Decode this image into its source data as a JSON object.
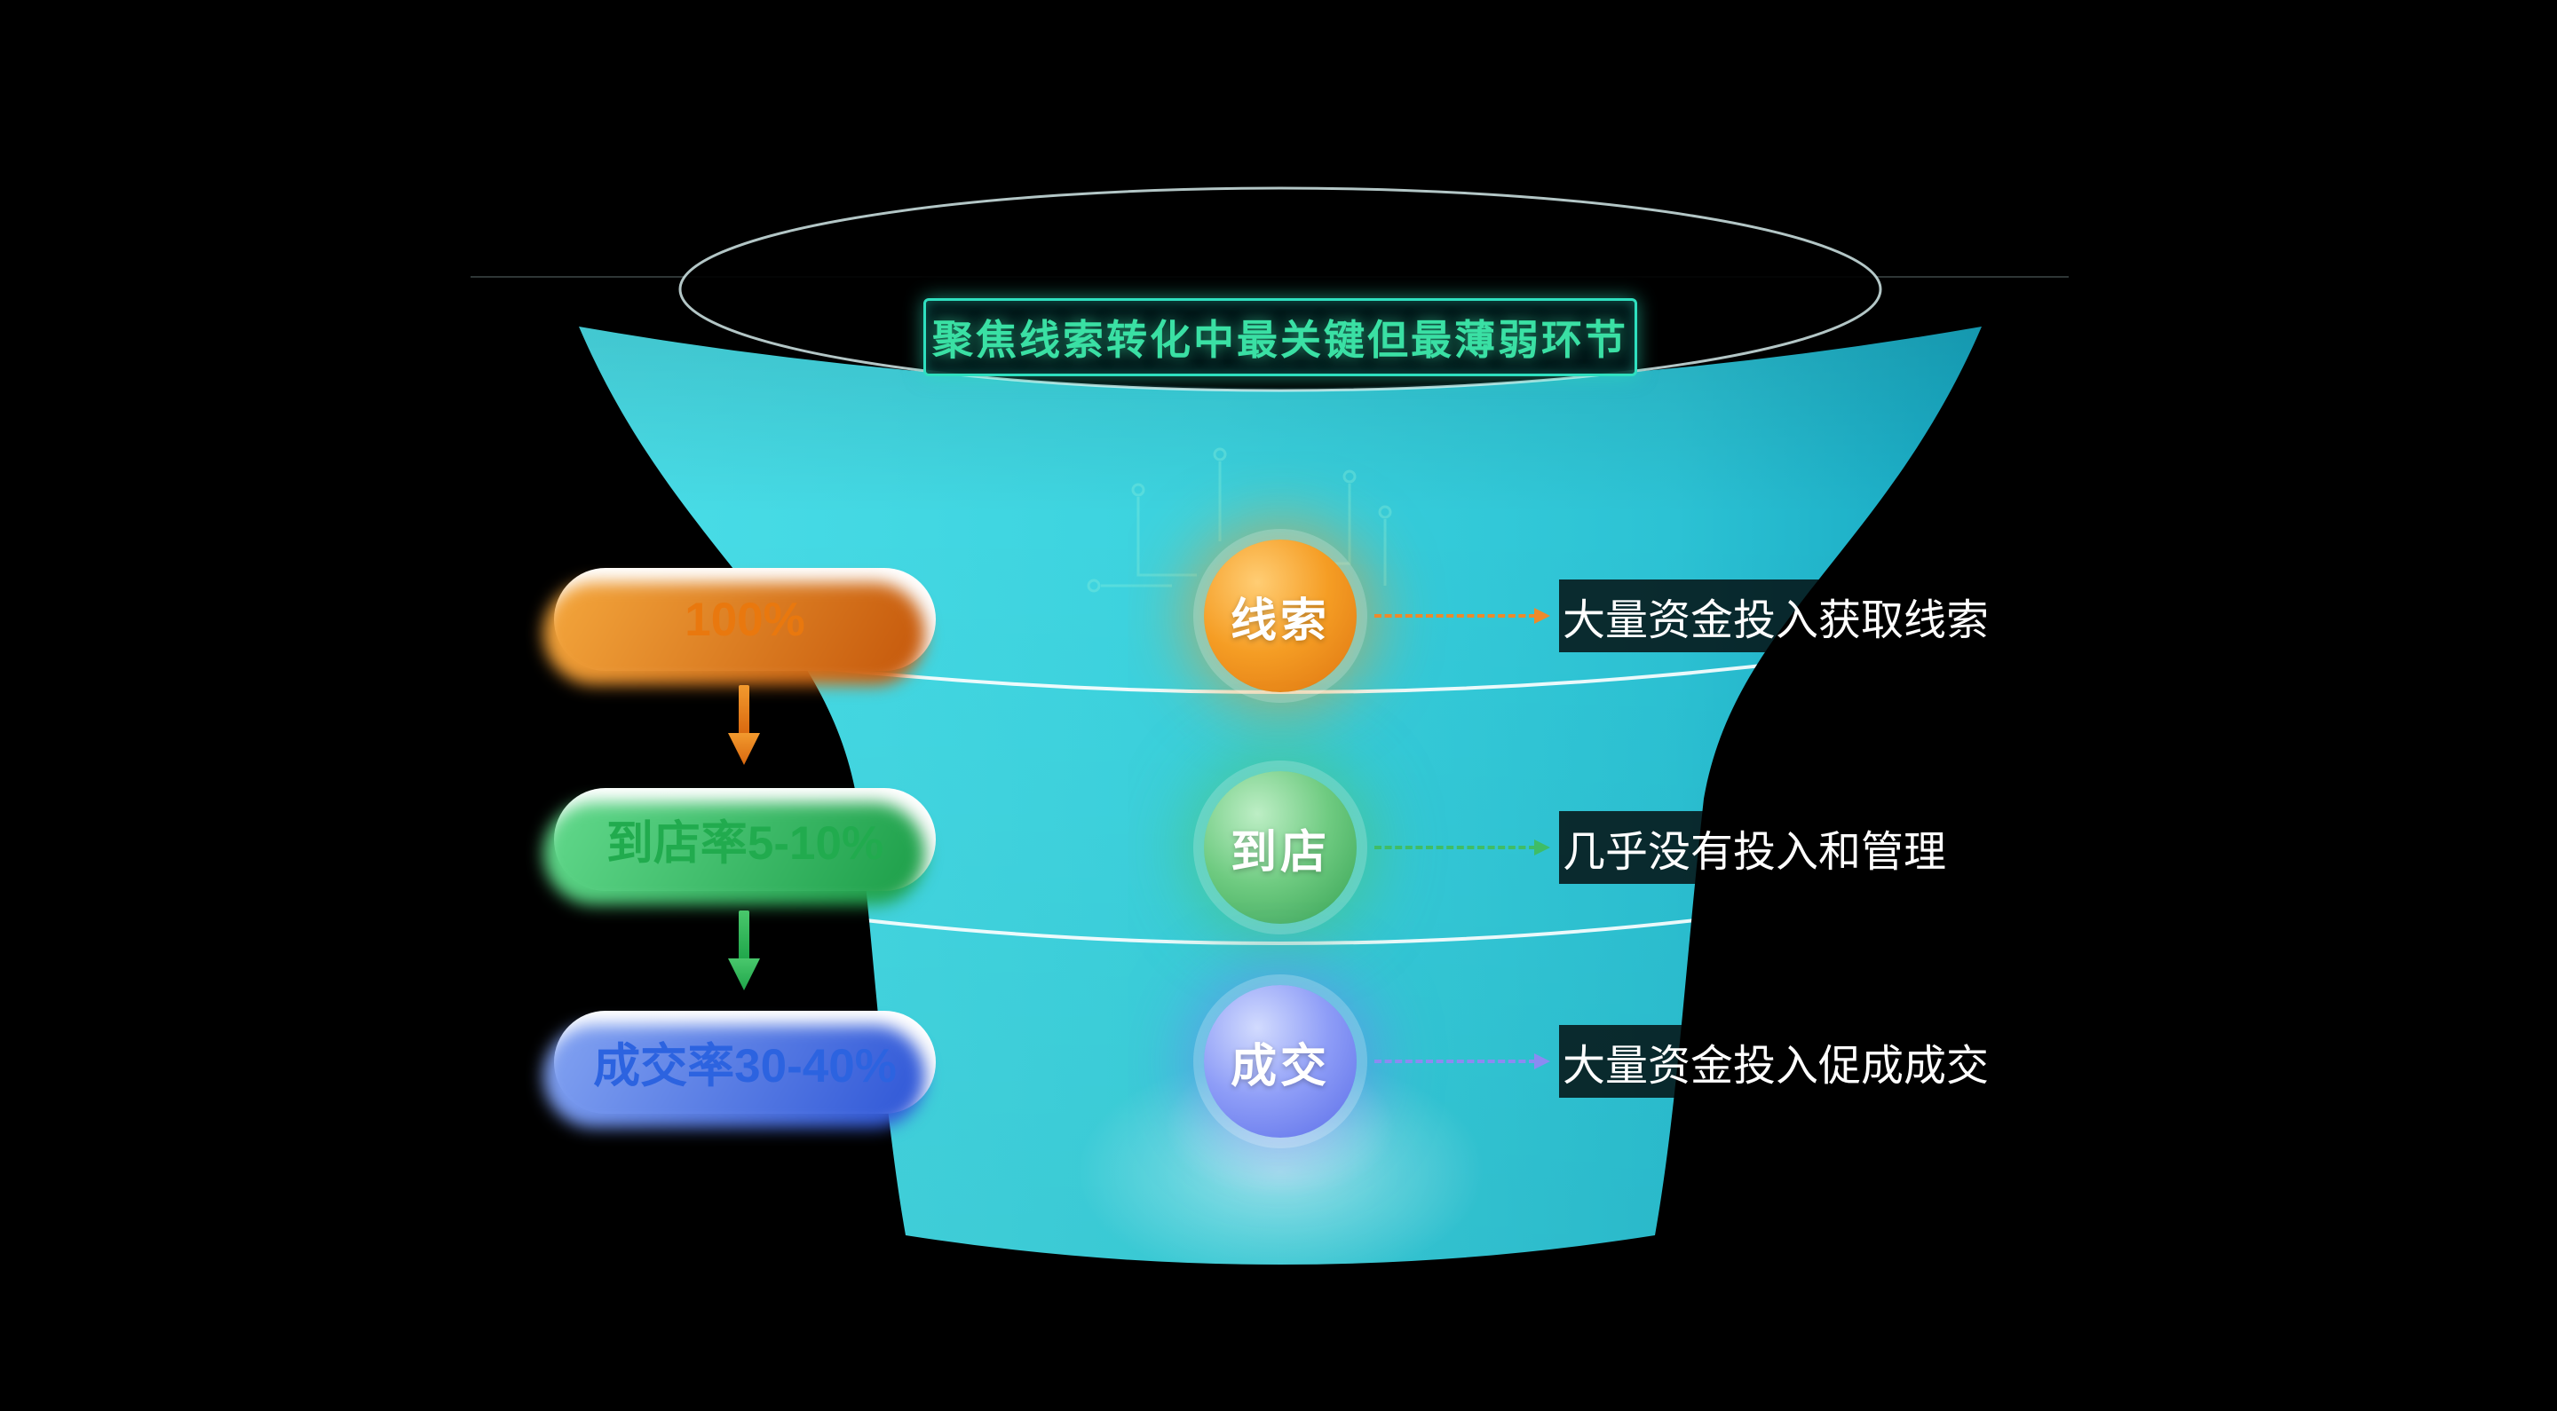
{
  "title": {
    "text": "聚焦线索转化中最关键但最薄弱环节"
  },
  "stages": [
    {
      "name": "线索",
      "rate_label": "100%",
      "annotation": "大量资金投入获取线索",
      "accent": "#ef8c1f"
    },
    {
      "name": "到店",
      "rate_label": "到店率5-10%",
      "annotation": "几乎没有投入和管理",
      "accent": "#35b35b"
    },
    {
      "name": "成交",
      "rate_label": "成交率30-40%",
      "annotation": "大量资金投入促成成交",
      "accent": "#5c70ea"
    }
  ],
  "colors": {
    "background": "#000000",
    "funnel_body": "#3cd4e0",
    "title_accent": "#2fe0c0",
    "leads_accent": "#ef8c1f",
    "visit_accent": "#35b35b",
    "deal_accent": "#5c70ea",
    "annotation_text": "#ffffff",
    "separator_line": "#ffffff"
  }
}
